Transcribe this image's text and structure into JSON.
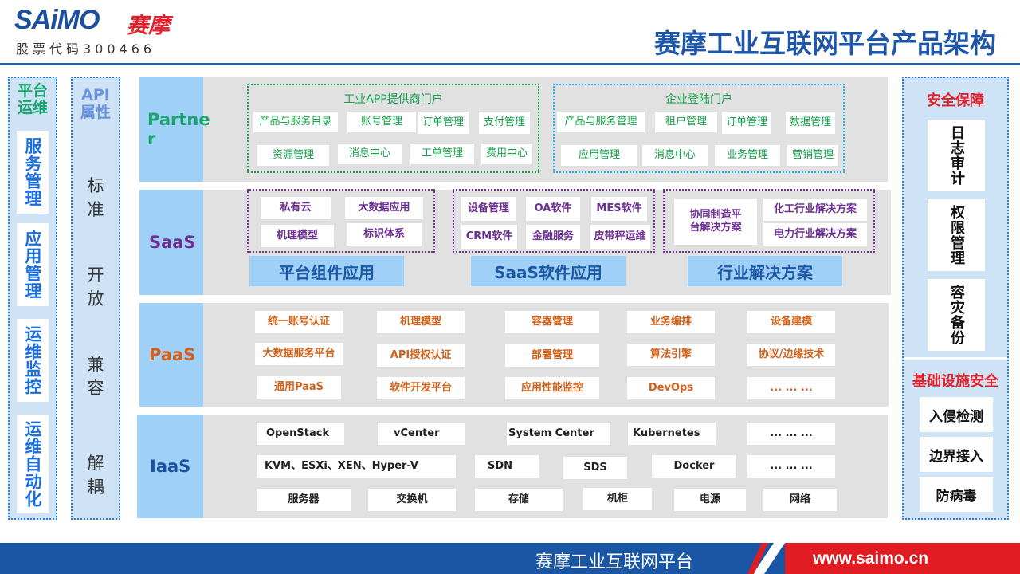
{
  "header": {
    "logo_en": "SAiMO",
    "logo_cn": "赛摩",
    "stock_code": "股票代码300466",
    "title": "赛摩工业互联网平台产品架构"
  },
  "left_col1": {
    "title_line1": "平台",
    "title_line2": "运维",
    "items": [
      "服务管理",
      "应用管理",
      "运维监控",
      "运维自动化"
    ]
  },
  "left_col2": {
    "title_line1": "API",
    "title_line2": "属性",
    "words": [
      "标",
      "准",
      "开",
      "放",
      "兼",
      "容",
      "解",
      "耦"
    ]
  },
  "partner": {
    "label_line1": "Partne",
    "label_line2": "r",
    "portal1": {
      "title": "工业APP提供商门户",
      "row1": [
        "产品与服务目录",
        "账号管理",
        "订单管理",
        "支付管理"
      ],
      "row2": [
        "资源管理",
        "消息中心",
        "工单管理",
        "费用中心"
      ]
    },
    "portal2": {
      "title": "企业登陆门户",
      "row1": [
        "产品与服务管理",
        "租户管理",
        "订单管理",
        "数据管理"
      ],
      "row2": [
        "应用管理",
        "消息中心",
        "业务管理",
        "营销管理"
      ]
    }
  },
  "saas": {
    "label": "SaaS",
    "group1": {
      "items": [
        "私有云",
        "大数据应用",
        "机理模型",
        "标识体系"
      ],
      "title": "平台组件应用"
    },
    "group2": {
      "items": [
        "设备管理",
        "OA软件",
        "MES软件",
        "CRM软件",
        "金融服务",
        "皮带秤运维"
      ],
      "title": "SaaS软件应用"
    },
    "group3": {
      "items": [
        "协同制造平台解决方案",
        "化工行业解决方案",
        "电力行业解决方案"
      ],
      "title": "行业解决方案"
    }
  },
  "paas": {
    "label": "PaaS",
    "rows": [
      [
        "统一账号认证",
        "机理模型",
        "容器管理",
        "业务编排",
        "设备建模"
      ],
      [
        "大数据服务平台",
        "API授权认证",
        "部署管理",
        "算法引擎",
        "协议/边缘技术"
      ],
      [
        "通用PaaS",
        "软件开发平台",
        "应用性能监控",
        "DevOps",
        "... ... ..."
      ]
    ]
  },
  "iaas": {
    "label": "IaaS",
    "row1": [
      "OpenStack",
      "vCenter",
      "System Center",
      "Kubernetes",
      "... ... ..."
    ],
    "row2": [
      "KVM、ESXi、XEN、Hyper-V",
      "SDN",
      "SDS",
      "Docker",
      "... ... ..."
    ],
    "row3": [
      "服务器",
      "交换机",
      "存储",
      "机柜",
      "电源",
      "网络"
    ]
  },
  "right_col": {
    "security_title": "安全保障",
    "security_items": [
      "日志审计",
      "权限管理",
      "容灾备份"
    ],
    "infra_title": "基础设施安全",
    "infra_items": [
      "入侵检测",
      "边界接入",
      "防病毒"
    ]
  },
  "footer": {
    "text": "赛摩工业互联网平台",
    "url": "www.saimo.cn"
  },
  "colors": {
    "brand_blue": "#1d4f9f",
    "brand_red": "#e01b22",
    "label_blue": "#9fd0f8",
    "layer_gray": "#e1e1e1",
    "partner_green": "#1aa46d",
    "saas_purple": "#6c2f92",
    "paas_orange": "#d0621c",
    "iaas_blue": "#1d4f9f"
  }
}
